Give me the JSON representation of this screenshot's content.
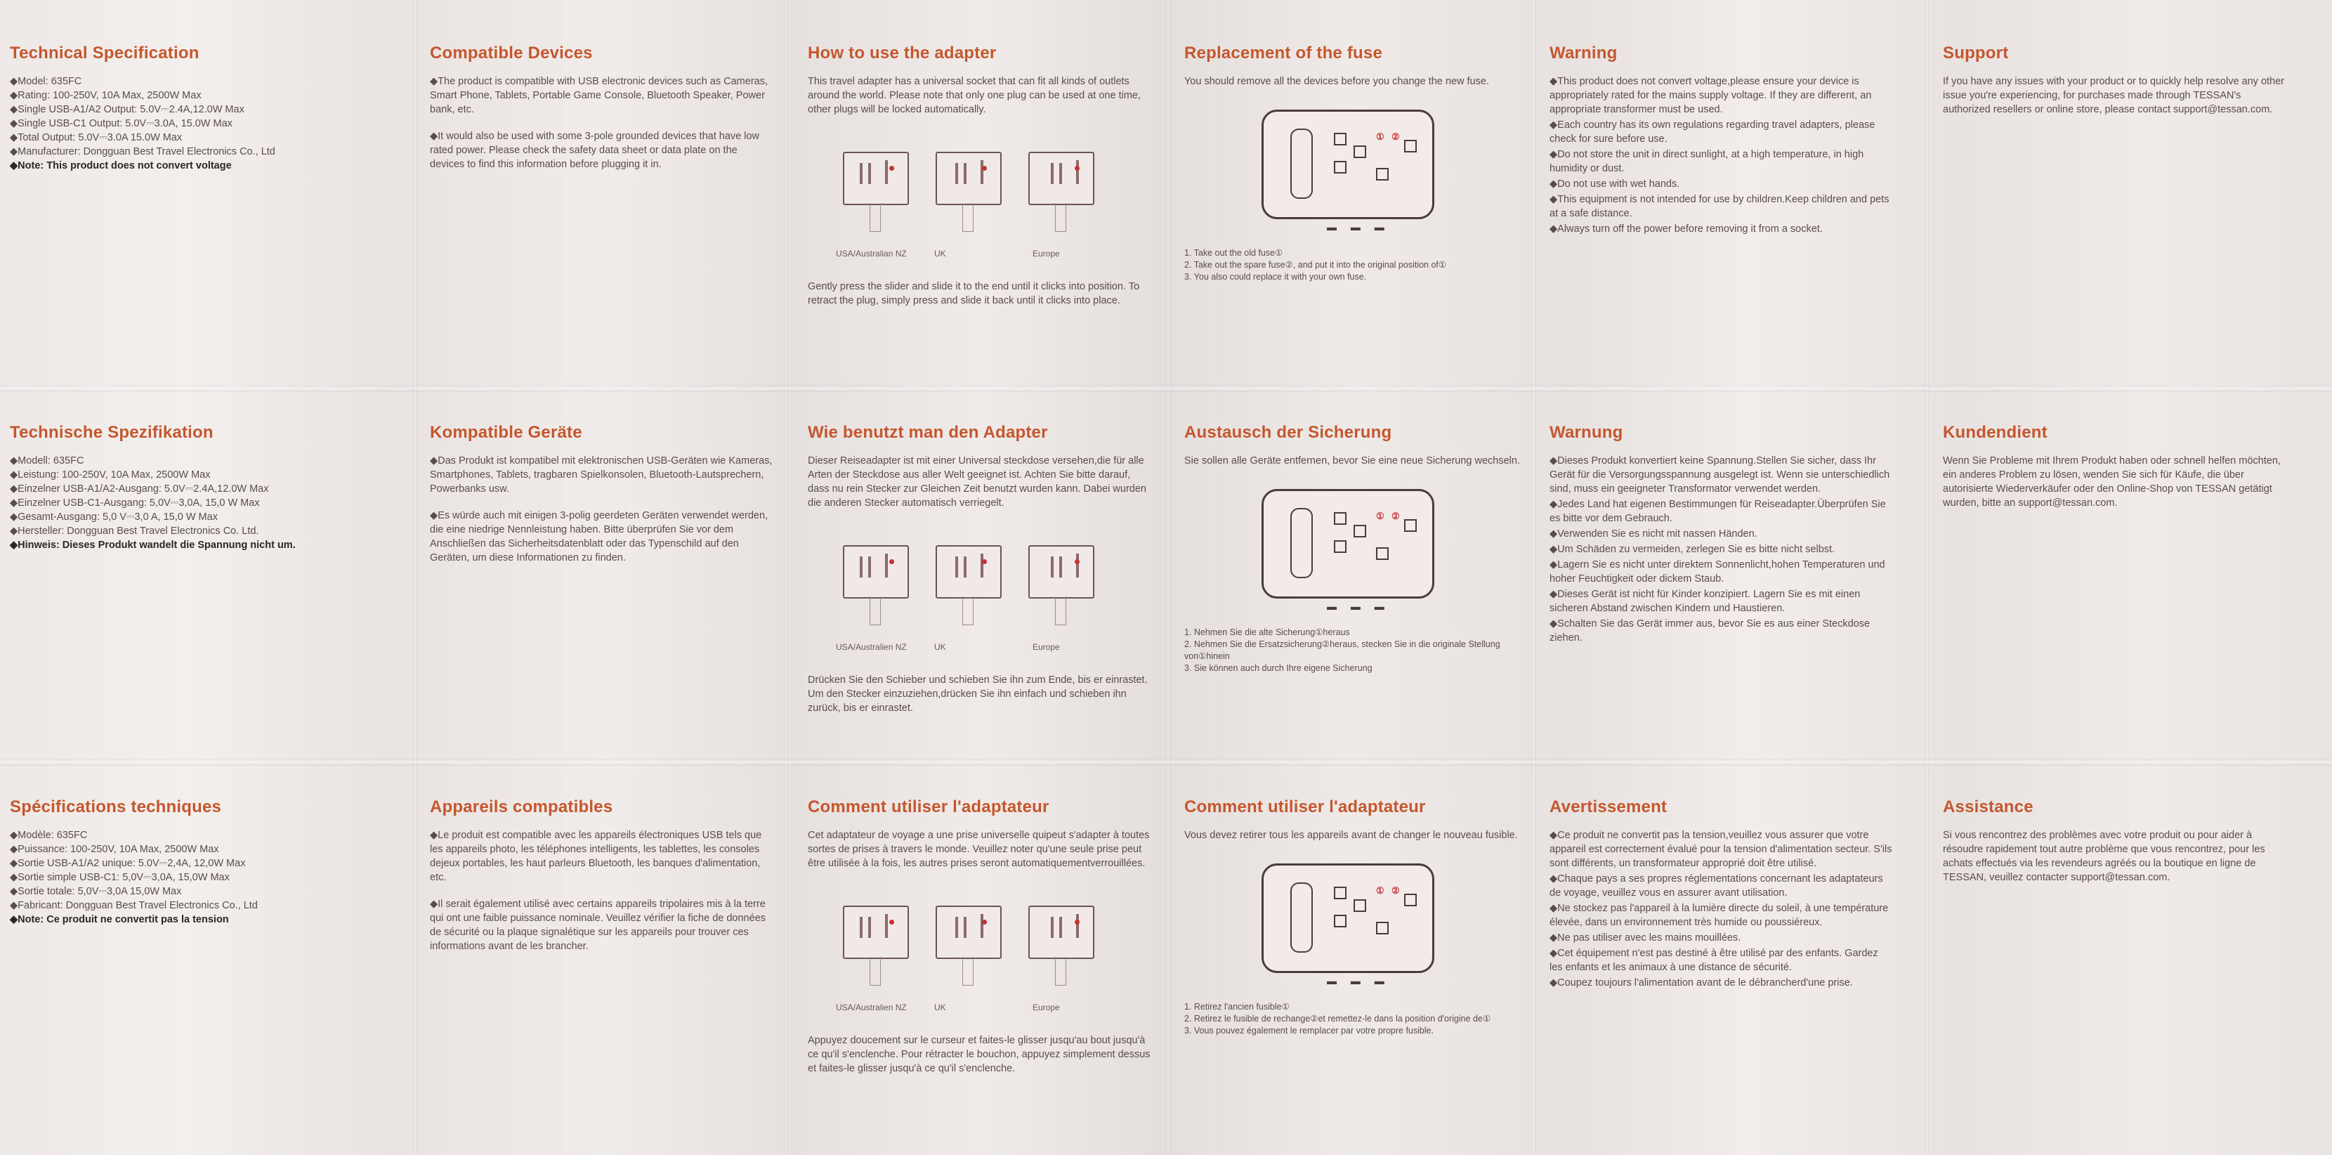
{
  "row1": {
    "tech": {
      "title": "Technical Specification",
      "lines": [
        "◆Model: 635FC",
        "◆Rating: 100-250V, 10A Max, 2500W Max",
        "◆Single USB-A1/A2 Output: 5.0V⎓2.4A,12.0W Max",
        "◆Single USB-C1 Output: 5.0V⎓3.0A, 15.0W Max",
        "◆Total Output: 5.0V⎓3.0A 15.0W Max",
        "◆Manufacturer: Dongguan Best Travel Electronics Co., Ltd",
        "◆Note: This product does not convert voltage"
      ]
    },
    "compat": {
      "title": "Compatible Devices",
      "p1": "◆The product is compatible with USB electronic devices such as Cameras, Smart Phone, Tablets, Portable Game Console, Bluetooth Speaker, Power bank, etc.",
      "p2": "◆It would also be used with some 3-pole grounded devices that have low rated power. Please check the safety data sheet or data plate on the devices to find this information before plugging it in."
    },
    "howto": {
      "title": "How to use the adapter",
      "p1": "This travel adapter has a universal socket that can fit all kinds of outlets around the world. Please note that only one plug can be used at one time, other plugs will be locked automatically.",
      "labels": [
        "USA/Australian NZ",
        "UK",
        "Europe"
      ],
      "p2": "Gently press the slider and slide it to the end until it clicks into position. To retract the plug, simply press and slide it back until it clicks into place."
    },
    "fuse": {
      "title": "Replacement of the fuse",
      "p1": "You should remove all the devices before you change the new fuse.",
      "steps": [
        "1. Take out the old fuse①",
        "2. Take out the spare fuse②, and put it into the original position of①",
        "3. You also could replace it with your own fuse."
      ]
    },
    "warning": {
      "title": "Warning",
      "lines": [
        "◆This product does not convert voltage,please ensure your device is appropriately rated for the mains supply voltage. If they are different, an appropriate transformer must be used.",
        "◆Each country has its own regulations regarding travel adapters, please check for sure before use.",
        "◆Do not store the unit in direct sunlight, at a high temperature, in high humidity or dust.",
        "◆Do not use with wet hands.",
        "◆This equipment is not intended for use by children.Keep children and pets at a safe distance.",
        "◆Always turn off the power before removing it from a socket."
      ]
    },
    "support": {
      "title": "Support",
      "p1": "If you have any issues with your product or to quickly help resolve any other issue you're experiencing, for purchases made through TESSAN's authorized resellers or online store, please contact support@tessan.com."
    }
  },
  "row2": {
    "tech": {
      "title": "Technische Spezifikation",
      "lines": [
        "◆Modell: 635FC",
        "◆Leistung: 100-250V, 10A Max, 2500W Max",
        "◆Einzelner USB-A1/A2-Ausgang: 5.0V⎓2.4A,12.0W Max",
        "◆Einzelner USB-C1-Ausgang: 5,0V⎓3,0A, 15,0 W Max",
        "◆Gesamt-Ausgang: 5,0 V⎓3,0 A, 15,0 W Max",
        "◆Hersteller: Dongguan Best Travel Electronics Co. Ltd.",
        "◆Hinweis: Dieses Produkt wandelt die Spannung nicht um."
      ]
    },
    "compat": {
      "title": "Kompatible Geräte",
      "p1": "◆Das Produkt ist kompatibel mit elektronischen USB-Geräten wie Kameras, Smartphones, Tablets, tragbaren Spielkonsolen, Bluetooth-Lautsprechern, Powerbanks usw.",
      "p2": "◆Es würde auch mit einigen 3-polig geerdeten Geräten verwendet werden, die eine niedrige Nennleistung haben. Bitte überprüfen Sie vor dem Anschließen das Sicherheitsdatenblatt oder das Typenschild auf den Geräten, um diese Informationen zu finden."
    },
    "howto": {
      "title": "Wie benutzt man den Adapter",
      "p1": "Dieser Reiseadapter ist mit einer Universal steckdose versehen,die für alle Arten der Steckdose aus aller Welt geeignet ist. Achten Sie bitte darauf, dass nu rein Stecker zur Gleichen Zeit benutzt wurden kann. Dabei wurden die anderen Stecker automatisch verriegelt.",
      "labels": [
        "USA/Australien NZ",
        "UK",
        "Europe"
      ],
      "p2": "Drücken Sie den Schieber und schieben Sie ihn zum Ende, bis er einrastet. Um den Stecker einzuziehen,drücken Sie ihn einfach und schieben ihn zurück, bis er einrastet."
    },
    "fuse": {
      "title": "Austausch der Sicherung",
      "p1": "Sie sollen alle Geräte entfernen, bevor Sie eine neue Sicherung wechseln.",
      "steps": [
        "1. Nehmen Sie die alte Sicherung①heraus",
        "2. Nehmen Sie die Ersatzsicherung②heraus, stecken Sie in die originale Stellung von①hinein",
        "3. Sie können auch durch Ihre eigene Sicherung"
      ]
    },
    "warning": {
      "title": "Warnung",
      "lines": [
        "◆Dieses Produkt konvertiert keine Spannung.Stellen Sie sicher, dass Ihr Gerät für die Versorgungsspannung ausgelegt ist. Wenn sie unterschiedlich sind, muss ein geeigneter Transformator verwendet werden.",
        "◆Jedes Land hat eigenen Bestimmungen für Reiseadapter.Überprüfen Sie es bitte vor dem Gebrauch.",
        "◆Verwenden Sie es nicht mit nassen Händen.",
        "◆Um Schäden zu vermeiden, zerlegen Sie es bitte nicht selbst.",
        "◆Lagern Sie es nicht unter direktem Sonnenlicht,hohen Temperaturen und hoher Feuchtigkeit oder dickem Staub.",
        "◆Dieses Gerät ist nicht für Kinder konzipiert. Lagern Sie es mit einen sicheren Abstand zwischen Kindern und Haustieren.",
        "◆Schalten Sie das Gerät immer aus, bevor Sie es aus einer Steckdose ziehen."
      ]
    },
    "support": {
      "title": "Kundendient",
      "p1": "Wenn Sie Probleme mit Ihrem Produkt haben oder schnell helfen möchten, ein anderes Problem zu lösen, wenden Sie sich für Käufe, die über autorisierte Wiederverkäufer oder den Online-Shop von TESSAN getätigt wurden, bitte an support@tessan.com."
    }
  },
  "row3": {
    "tech": {
      "title": "Spécifications techniques",
      "lines": [
        "◆Modèle: 635FC",
        "◆Puissance: 100-250V, 10A Max, 2500W Max",
        "◆Sortie USB-A1/A2 unique: 5.0V⎓2,4A, 12,0W Max",
        "◆Sortie simple USB-C1: 5,0V⎓3,0A, 15,0W Max",
        "◆Sortie totale: 5,0V⎓3,0A 15,0W Max",
        "◆Fabricant: Dongguan Best Travel Electronics Co., Ltd",
        "◆Note: Ce produit ne convertit pas la tension"
      ]
    },
    "compat": {
      "title": "Appareils compatibles",
      "p1": "◆Le produit est compatible avec les appareils électroniques USB tels que les appareils photo, les téléphones intelligents, les tablettes, les consoles dejeux portables, les haut parleurs Bluetooth, les banques d'alimentation, etc.",
      "p2": "◆Il serait également utilisé avec certains appareils tripolaires mis à la terre qui ont une faible puissance nominale. Veuillez vérifier la fiche de données de sécurité ou la plaque signalétique sur les appareils pour trouver ces informations avant de les brancher."
    },
    "howto": {
      "title": "Comment utiliser l'adaptateur",
      "p1": "Cet adaptateur de voyage a une prise universelle quipeut s'adapter à toutes sortes de prises à travers le monde. Veuillez noter qu'une seule prise peut être utilisée à la fois, les autres prises seront automatiquementverrouillées.",
      "labels": [
        "USA/Australien NZ",
        "UK",
        "Europe"
      ],
      "p2": "Appuyez doucement sur le curseur et faites-le glisser jusqu'au bout jusqu'à ce qu'il s'enclenche. Pour rétracter le bouchon, appuyez simplement dessus et faites-le glisser jusqu'à ce qu'il s'enclenche."
    },
    "fuse": {
      "title": "Comment utiliser l'adaptateur",
      "p1": "Vous devez retirer tous les appareils avant de changer le nouveau fusible.",
      "steps": [
        "1. Retirez l'ancien fusible①",
        "2. Retirez le fusible de rechange②et remettez-le dans la position d'origine de①",
        "3. Vous pouvez également le remplacer par votre propre fusible."
      ]
    },
    "warning": {
      "title": "Avertissement",
      "lines": [
        "◆Ce produit ne convertit pas la tension,veuillez vous assurer que votre appareil est correctement évalué pour la tension d'alimentation secteur. S'ils sont différents, un transformateur approprié doit être utilisé.",
        "◆Chaque pays a ses propres réglementations concernant les adaptateurs de voyage, veuillez vous en assurer avant utilisation.",
        "◆Ne stockez pas l'appareil à la lumière directe du soleil, à une température élevée, dans un environnement très humide ou poussiéreux.",
        "◆Ne pas utiliser avec les mains mouillées.",
        "◆Cet équipement n'est pas destiné à être utilisé par des enfants. Gardez les enfants et les animaux à une distance de sécurité.",
        "◆Coupez toujours l'alimentation avant de le débrancherd'une prise."
      ]
    },
    "support": {
      "title": "Assistance",
      "p1": "Si vous rencontrez des problèmes avec votre produit ou pour aider à résoudre rapidement tout autre problème que vous rencontrez, pour les achats effectués via les revendeurs agréés ou la boutique en ligne de TESSAN, veuillez contacter support@tessan.com."
    }
  },
  "fuse_icons": {
    "n1": "①",
    "n2": "②"
  },
  "colors": {
    "heading": "#c4572e",
    "text": "#5a4c4c",
    "accent_red": "#c23232"
  }
}
